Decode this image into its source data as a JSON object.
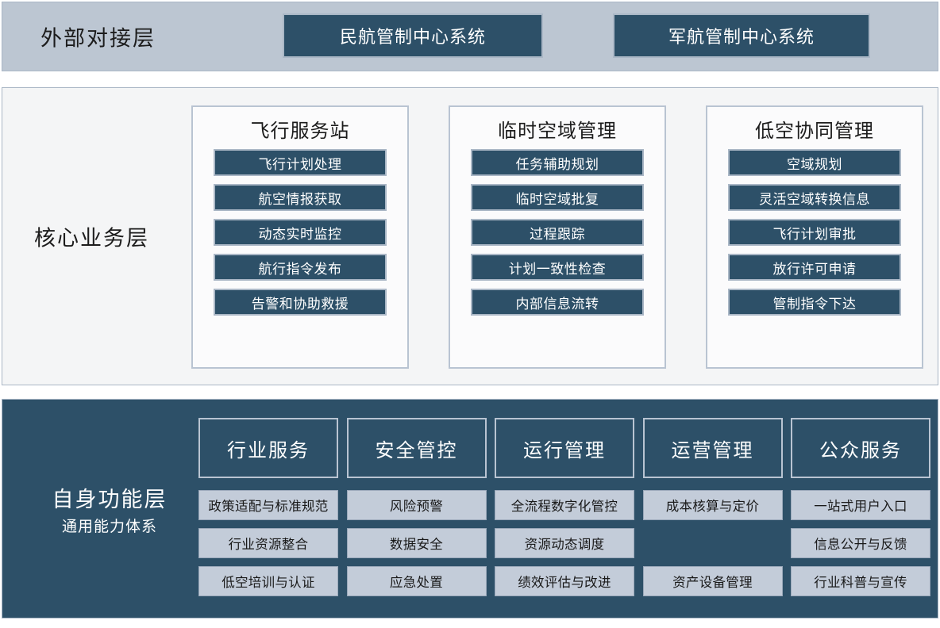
{
  "colors": {
    "dark_teal": "#2d5068",
    "light_blue_gray": "#bcc6d2",
    "sub_item_fill": "#c3ccd9",
    "panel_white": "#f4f5f6",
    "border": "#aab7c6"
  },
  "external_layer": {
    "label": "外部对接层",
    "systems": [
      {
        "label": "民航管制中心系统"
      },
      {
        "label": "军航管制中心系统"
      }
    ]
  },
  "core_layer": {
    "label": "核心业务层",
    "groups": [
      {
        "title": "飞行服务站",
        "items": [
          {
            "label": "飞行计划处理"
          },
          {
            "label": "航空情报获取"
          },
          {
            "label": "动态实时监控"
          },
          {
            "label": "航行指令发布"
          },
          {
            "label": "告警和协助救援"
          }
        ]
      },
      {
        "title": "临时空域管理",
        "items": [
          {
            "label": "任务辅助规划"
          },
          {
            "label": "临时空域批复"
          },
          {
            "label": "过程跟踪"
          },
          {
            "label": "计划一致性检查"
          },
          {
            "label": "内部信息流转"
          }
        ]
      },
      {
        "title": "低空协同管理",
        "items": [
          {
            "label": "空域规划"
          },
          {
            "label": "灵活空域转换信息"
          },
          {
            "label": "飞行计划审批"
          },
          {
            "label": "放行许可申请"
          },
          {
            "label": "管制指令下达"
          }
        ]
      }
    ]
  },
  "own_layer": {
    "label": "自身功能层",
    "sublabel": "通用能力体系",
    "columns": [
      {
        "header": "行业服务",
        "items": [
          {
            "label": "政策适配与标准规范"
          },
          {
            "label": "行业资源整合"
          },
          {
            "label": "低空培训与认证"
          }
        ]
      },
      {
        "header": "安全管控",
        "items": [
          {
            "label": "风险预警"
          },
          {
            "label": "数据安全"
          },
          {
            "label": "应急处置"
          }
        ]
      },
      {
        "header": "运行管理",
        "items": [
          {
            "label": "全流程数字化管控"
          },
          {
            "label": "资源动态调度"
          },
          {
            "label": "绩效评估与改进"
          }
        ]
      },
      {
        "header": "运营管理",
        "items": [
          {
            "label": "成本核算与定价"
          },
          {
            "label": ""
          },
          {
            "label": "资产设备管理"
          }
        ]
      },
      {
        "header": "公众服务",
        "items": [
          {
            "label": "一站式用户入口"
          },
          {
            "label": "信息公开与反馈"
          },
          {
            "label": "行业科普与宣传"
          }
        ]
      }
    ]
  }
}
